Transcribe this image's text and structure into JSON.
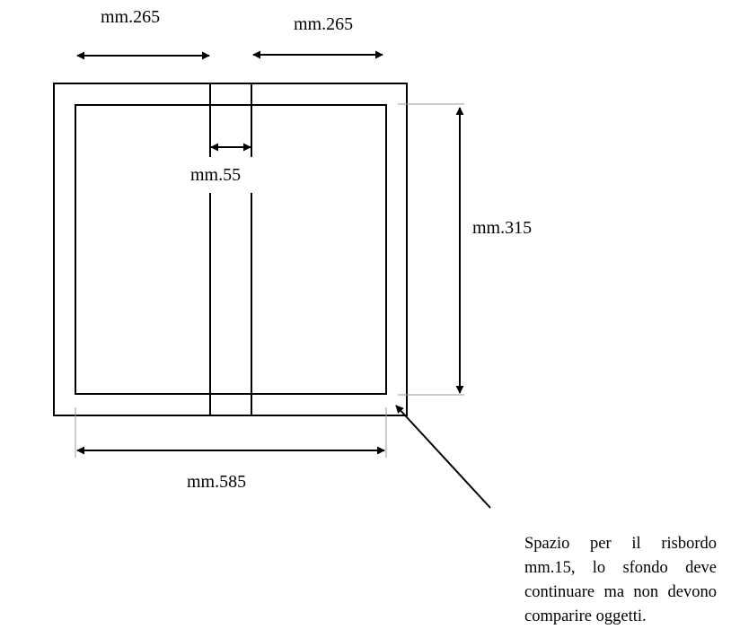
{
  "labels": {
    "top_left_width": "mm.265",
    "top_right_width": "mm.265",
    "center_gap": "mm.55",
    "height": "mm.315",
    "total_width": "mm.585"
  },
  "note": "Spazio per il risbordo mm.15, lo sfondo deve continuare ma non devono comparire oggetti.",
  "colors": {
    "line": "#000000",
    "background": "#ffffff",
    "guide": "#999999"
  }
}
